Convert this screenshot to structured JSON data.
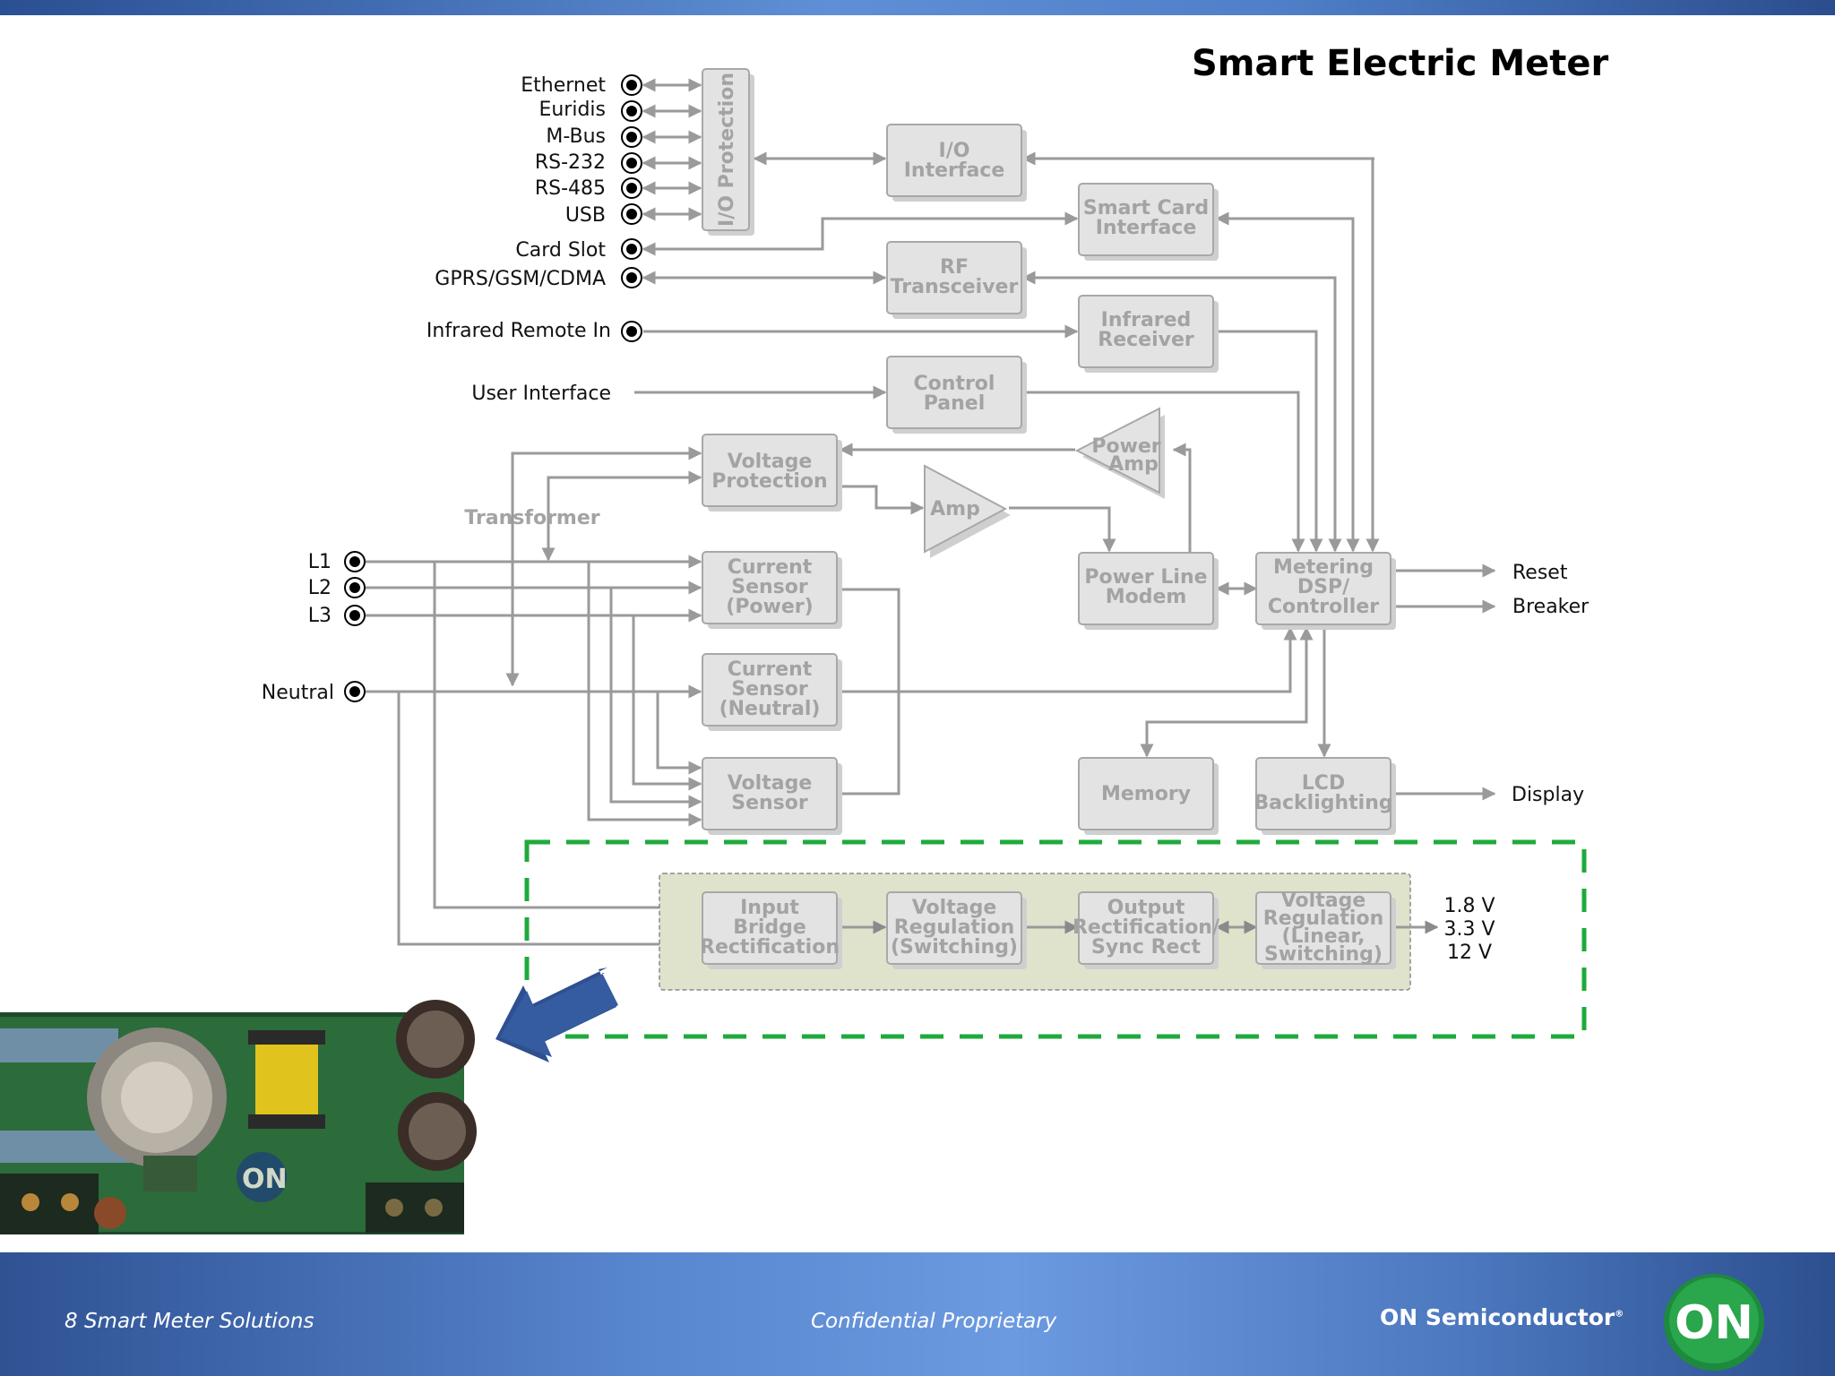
{
  "title": "Smart Electric Meter",
  "footer": {
    "slide": "8 Smart Meter Solutions",
    "notice": "Confidential Proprietary",
    "brand": "ON Semiconductor",
    "brand_mark": "®",
    "logo_text": "ON"
  },
  "ports": {
    "ethernet": "Ethernet",
    "euridis": "Euridis",
    "mbus": "M-Bus",
    "rs232": "RS-232",
    "rs485": "RS-485",
    "usb": "USB",
    "card_slot": "Card Slot",
    "gprs": "GPRS/GSM/CDMA",
    "infrared": "Infrared Remote In",
    "user_interface": "User Interface",
    "l1": "L1",
    "l2": "L2",
    "l3": "L3",
    "neutral": "Neutral"
  },
  "outputs": {
    "reset": "Reset",
    "breaker": "Breaker",
    "display": "Display",
    "v1": "1.8 V",
    "v2": "3.3 V",
    "v3": "12 V"
  },
  "blocks": {
    "io_protection": "I/O Protection",
    "io_interface": [
      "I/O",
      "Interface"
    ],
    "smart_card": [
      "Smart Card",
      "Interface"
    ],
    "rf": [
      "RF",
      "Transceiver"
    ],
    "ir_receiver": [
      "Infrared",
      "Receiver"
    ],
    "control_panel": [
      "Control",
      "Panel"
    ],
    "voltage_protection": [
      "Voltage",
      "Protection"
    ],
    "power_amp": [
      "Power",
      "Amp"
    ],
    "amp": "Amp",
    "transformer": "Transformer",
    "current_sensor_power": [
      "Current",
      "Sensor",
      "(Power)"
    ],
    "current_sensor_neutral": [
      "Current",
      "Sensor",
      "(Neutral)"
    ],
    "voltage_sensor": [
      "Voltage",
      "Sensor"
    ],
    "plc_modem": [
      "Power Line",
      "Modem"
    ],
    "metering": [
      "Metering",
      "DSP/",
      "Controller"
    ],
    "memory": "Memory",
    "lcd": [
      "LCD",
      "Backlighting"
    ],
    "input_bridge": [
      "Input",
      "Bridge",
      "Rectification"
    ],
    "vreg_switching": [
      "Voltage",
      "Regulation",
      "(Switching)"
    ],
    "output_rect": [
      "Output",
      "Rectification/",
      "Sync Rect"
    ],
    "vreg_linear": [
      "Voltage",
      "Regulation",
      "(Linear,",
      "Switching)"
    ]
  },
  "colors": {
    "block_fill": "#e3e3e3",
    "block_text": "#a3a3a3",
    "wire": "#9a9a9a",
    "dashed_box": "#1faa3c",
    "power_panel": "#dfe3cc",
    "arrow": "#2f4f8f",
    "footer": "#5886cf"
  }
}
